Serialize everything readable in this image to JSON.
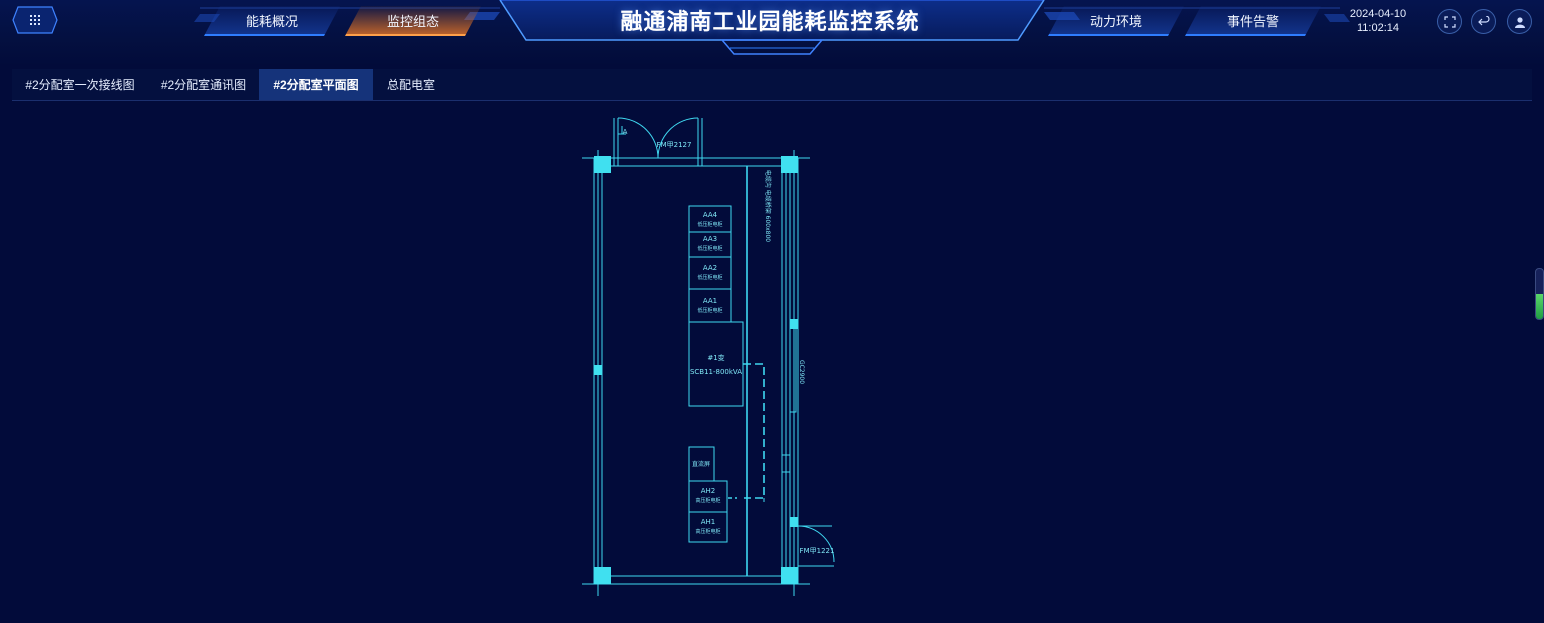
{
  "header": {
    "title": "融通浦南工业园能耗监控系统",
    "date": "2024-04-10",
    "time": "11:02:14",
    "menu_icon": "grid-icon",
    "nav_left": [
      {
        "label": "能耗概况",
        "active": false
      },
      {
        "label": "监控组态",
        "active": true
      }
    ],
    "nav_right": [
      {
        "label": "动力环境",
        "active": false
      },
      {
        "label": "事件告警",
        "active": false
      }
    ],
    "actions": [
      {
        "icon": "fullscreen-icon"
      },
      {
        "icon": "back-icon"
      },
      {
        "icon": "user-icon"
      }
    ]
  },
  "subtabs": [
    {
      "label": "#2分配室一次接线图",
      "active": false
    },
    {
      "label": "#2分配室通讯图",
      "active": false
    },
    {
      "label": "#2分配室平面图",
      "active": true
    },
    {
      "label": "总配电室",
      "active": false
    }
  ],
  "plan": {
    "door_top": "FM甲2127",
    "door_right": "FM甲1221",
    "door_marker": "A",
    "cable_trench": "电缆沟 电缆桥架 600x800",
    "wall_label": "GC2900",
    "cabinets": [
      {
        "code": "AA4",
        "name": "低压柜电柜"
      },
      {
        "code": "AA3",
        "name": "低压柜电柜"
      },
      {
        "code": "AA2",
        "name": "低压柜电柜"
      },
      {
        "code": "AA1",
        "name": "低压柜电柜"
      }
    ],
    "transformer": {
      "name": "#1变",
      "model": "SCB11-800kVA"
    },
    "dc_panel": "直流屏",
    "hv_cabinets": [
      {
        "code": "AH2",
        "name": "高压柜电柜"
      },
      {
        "code": "AH1",
        "name": "高压柜电柜"
      }
    ]
  },
  "colors": {
    "background": "#020b3a",
    "plan_line": "#3fd8f0",
    "accent_active": "#d66e28",
    "accent_blue": "#2f7dff",
    "scroll_level": "#3fc25a"
  },
  "scroll": {
    "level": 0.5
  }
}
